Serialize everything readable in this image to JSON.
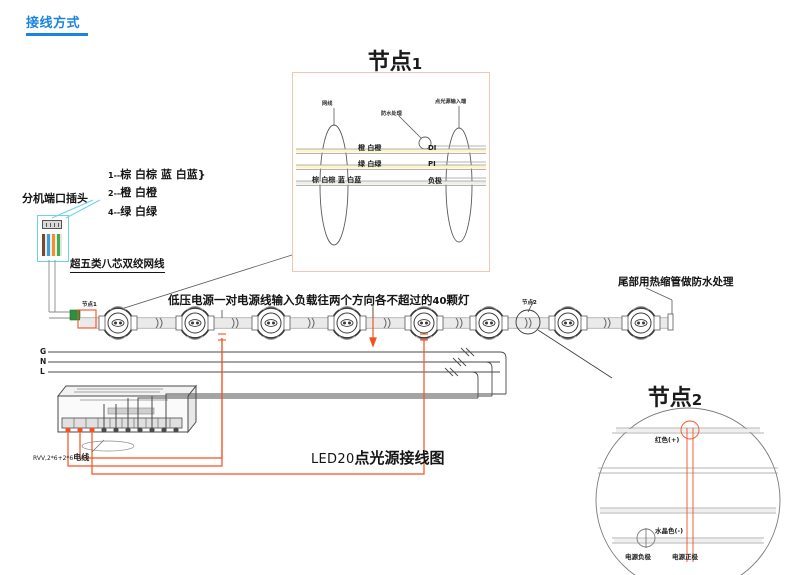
{
  "header": {
    "title": "接线方式",
    "accent_color": "#1a84e0"
  },
  "node1": {
    "title_main": "节点",
    "title_sub": "1",
    "labels": {
      "network_cable": "网线",
      "waterproof": "防水处理",
      "light_input": "点光源输入端"
    },
    "wire_pairs": [
      {
        "colors": "橙 白橙",
        "pin": "DI"
      },
      {
        "colors": "绿 白绿",
        "pin": "PI"
      },
      {
        "colors": "棕 白棕 蓝 白蓝",
        "pin": "负极"
      }
    ],
    "border_color": "#f6c5b4"
  },
  "connector": {
    "plug_label": "分机端口插头",
    "pairs": [
      {
        "num": "1--",
        "text": "棕 白棕   蓝 白蓝}"
      },
      {
        "num": "2--",
        "text": "橙 白橙"
      },
      {
        "num": "4--",
        "text": "绿 白绿"
      }
    ],
    "cable_label": "超五类八芯双绞网线",
    "box_color": "#6fd3e8"
  },
  "diagram": {
    "load_note": "低压电源一对电源线输入负载往两个方向各不超过的",
    "load_note_number": "40",
    "load_note_tail": "颗灯",
    "tail_note": "尾部用热缩管做防水处理",
    "node1_tag": "节点1",
    "node2_tag": "节点2",
    "main_title_latin": "LED20",
    "main_title_cjk": "点光源接线图",
    "power_wire_color": "#f4511e",
    "data_wire_color": "#6b6b6b"
  },
  "psu": {
    "terminals": [
      "G",
      "N",
      "L"
    ],
    "cable_label_prefix": "RVV,2*6+2*6",
    "cable_label_bold": "电线"
  },
  "node2": {
    "title_main": "节点",
    "title_sub": "2",
    "labels": {
      "red_positive": "红色(+)",
      "crystal_negative": "水晶色(-)",
      "power_negative": "电源负极",
      "power_positive": "电源正极"
    },
    "highlight_color": "#f4511e"
  }
}
